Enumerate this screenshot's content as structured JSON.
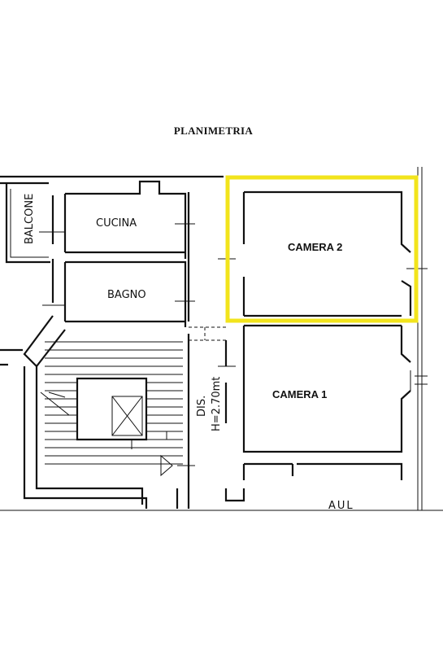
{
  "title": "PLANIMETRIA",
  "rooms": {
    "balcone": "BALCONE",
    "cucina": "CUCINA",
    "bagno": "BAGNO",
    "camera2": "CAMERA 2",
    "camera1": "CAMERA 1",
    "dis": "DIS.",
    "height": "H=2.70mt",
    "aul": "AUL"
  },
  "colors": {
    "highlight": "#f2e41c",
    "walls": "#111111",
    "background": "#ffffff"
  }
}
